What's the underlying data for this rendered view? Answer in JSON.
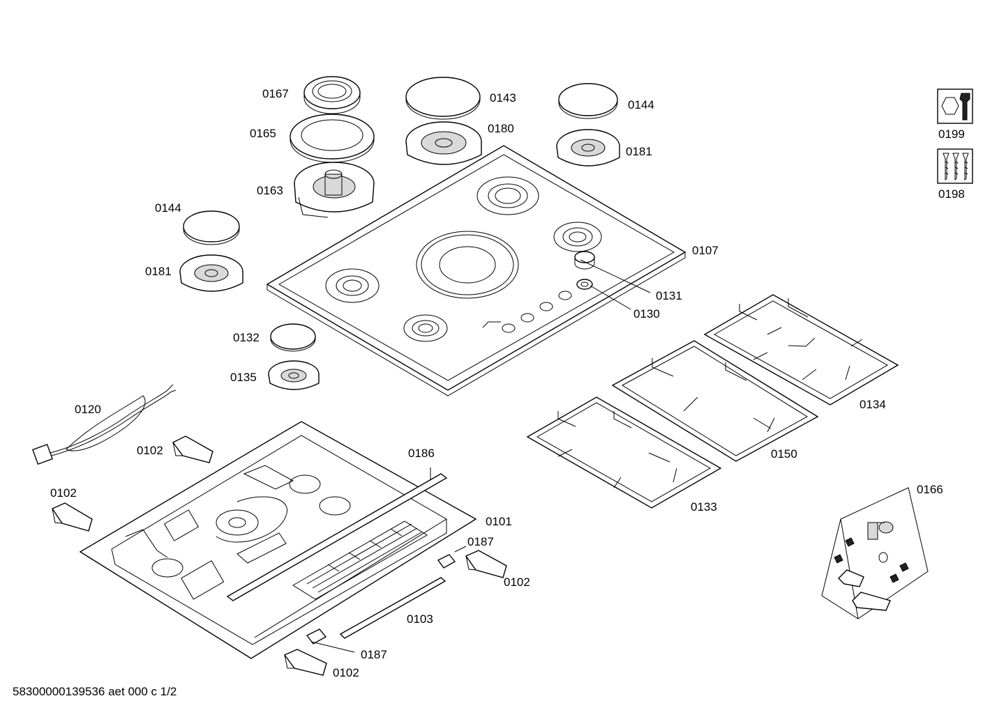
{
  "labels": {
    "p0167": "0167",
    "p0165": "0165",
    "p0163": "0163",
    "p0143": "0143",
    "p0180": "0180",
    "p0144_top": "0144",
    "p0181_top": "0181",
    "p0144_left": "0144",
    "p0181_left": "0181",
    "p0107": "0107",
    "p0131": "0131",
    "p0130": "0130",
    "p0132": "0132",
    "p0135": "0135",
    "p0199": "0199",
    "p0198": "0198",
    "p0120": "0120",
    "p0102_a": "0102",
    "p0102_b": "0102",
    "p0102_c": "0102",
    "p0102_d": "0102",
    "p0186": "0186",
    "p0101": "0101",
    "p0187_a": "0187",
    "p0187_b": "0187",
    "p0103": "0103",
    "p0134": "0134",
    "p0150": "0150",
    "p0133": "0133",
    "p0166": "0166"
  },
  "footer": "58300000139536 aet 000 c 1/2",
  "icons": [
    "wrench-nut-icon",
    "screws-icon"
  ]
}
